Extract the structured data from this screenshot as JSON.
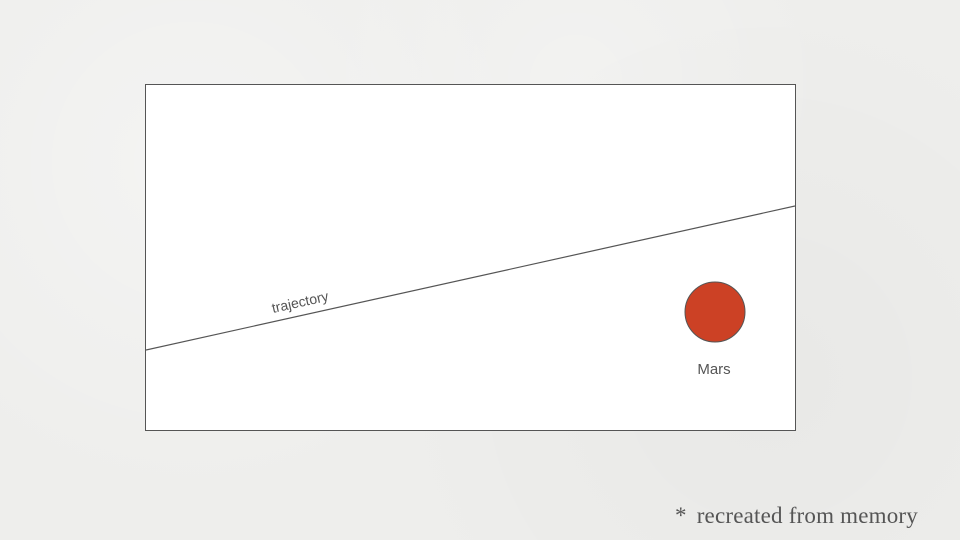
{
  "diagram": {
    "trajectory_label": "trajectory",
    "planet": {
      "label": "Mars",
      "color": "#cc4125"
    },
    "line_color": "#555555",
    "text_color": "#555555"
  },
  "footnote": {
    "marker": "*",
    "text": "recreated from memory"
  }
}
